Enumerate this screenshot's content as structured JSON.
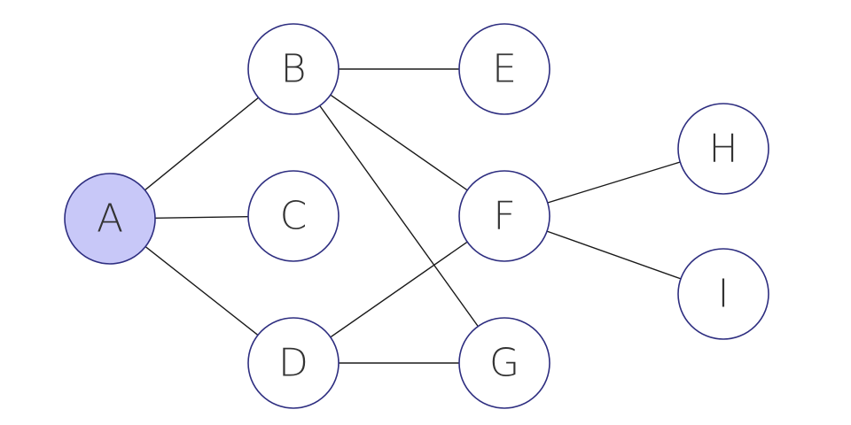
{
  "graph": {
    "nodes": [
      {
        "id": "A",
        "label": "A",
        "fill": "#c8c8f8",
        "highlighted": true
      },
      {
        "id": "B",
        "label": "B",
        "fill": "#ffffff",
        "highlighted": false
      },
      {
        "id": "C",
        "label": "C",
        "fill": "#ffffff",
        "highlighted": false
      },
      {
        "id": "D",
        "label": "D",
        "fill": "#ffffff",
        "highlighted": false
      },
      {
        "id": "E",
        "label": "E",
        "fill": "#ffffff",
        "highlighted": false
      },
      {
        "id": "F",
        "label": "F",
        "fill": "#ffffff",
        "highlighted": false
      },
      {
        "id": "G",
        "label": "G",
        "fill": "#ffffff",
        "highlighted": false
      },
      {
        "id": "H",
        "label": "H",
        "fill": "#ffffff",
        "highlighted": false
      },
      {
        "id": "I",
        "label": "I",
        "fill": "#ffffff",
        "highlighted": false
      }
    ],
    "edges": [
      [
        "A",
        "B"
      ],
      [
        "A",
        "C"
      ],
      [
        "A",
        "D"
      ],
      [
        "B",
        "E"
      ],
      [
        "B",
        "F"
      ],
      [
        "B",
        "G"
      ],
      [
        "D",
        "F"
      ],
      [
        "D",
        "G"
      ],
      [
        "F",
        "H"
      ],
      [
        "F",
        "I"
      ]
    ],
    "colors": {
      "node_stroke": "#2e2e80",
      "edge_stroke": "#1a1a1a",
      "label": "#333333"
    }
  }
}
